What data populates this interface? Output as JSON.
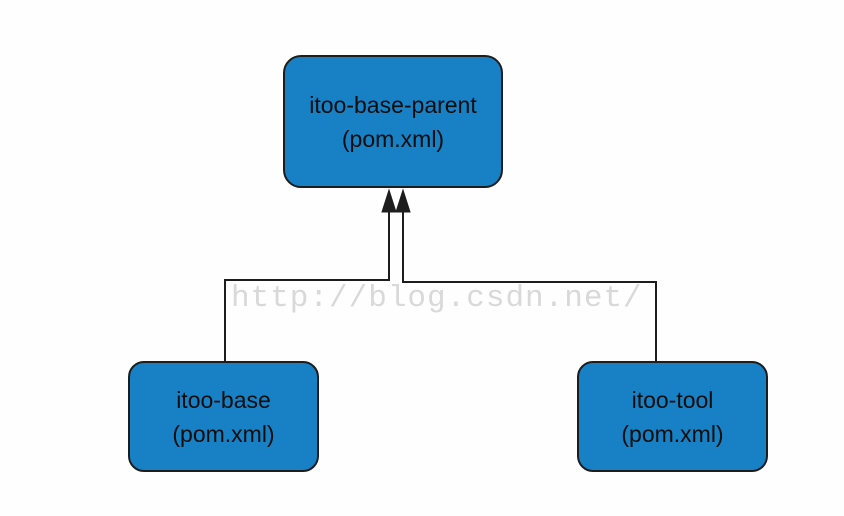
{
  "diagram": {
    "type": "dependency-graph",
    "watermark": "http://blog.csdn.net/",
    "nodes": {
      "parent": {
        "label": "itoo-base-parent",
        "sublabel": "(pom.xml)"
      },
      "base": {
        "label": "itoo-base",
        "sublabel": "(pom.xml)"
      },
      "tool": {
        "label": "itoo-tool",
        "sublabel": "(pom.xml)"
      }
    },
    "edges": [
      {
        "from": "itoo-base",
        "to": "itoo-base-parent",
        "style": "solid-line-filled-arrow"
      },
      {
        "from": "itoo-tool",
        "to": "itoo-base-parent",
        "style": "solid-line-filled-arrow"
      }
    ],
    "colors": {
      "node_fill": "#1880c4",
      "node_border": "#1d1d1d",
      "edge_line": "#1d1d1d",
      "node_text": "#0d0d0d",
      "watermark_text": "#d9d9d9",
      "background": "#fefefe"
    }
  }
}
